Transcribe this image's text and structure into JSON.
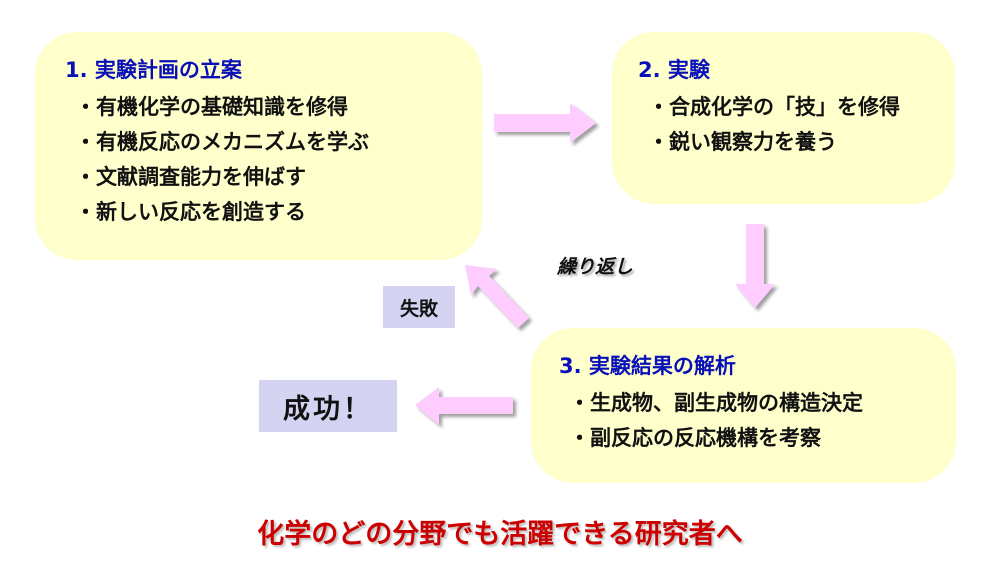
{
  "steps": [
    {
      "title": "1. 実験計画の立案",
      "items": [
        "・有機化学の基礎知識を修得",
        "・有機反応のメカニズムを学ぶ",
        "・文献調査能力を伸ばす",
        "・新しい反応を創造する"
      ]
    },
    {
      "title": "2. 実験",
      "items": [
        "・合成化学の「技」を修得",
        "・鋭い観察力を養う"
      ]
    },
    {
      "title": "3. 実験結果の解析",
      "items": [
        "・生成物、副生成物の構造決定",
        "・副反応の反応機構を考察"
      ]
    }
  ],
  "labels": {
    "repeat": "繰り返し",
    "fail": "失敗",
    "success": "成功！"
  },
  "tagline": "化学のどの分野でも活躍できる研究者へ",
  "colors": {
    "box_fill": "#ffffcc",
    "title_text": "#0a10b8",
    "arrow_fill": "#ffccff",
    "label_fill": "#d4d4f2",
    "tagline_text": "#cc0000"
  }
}
